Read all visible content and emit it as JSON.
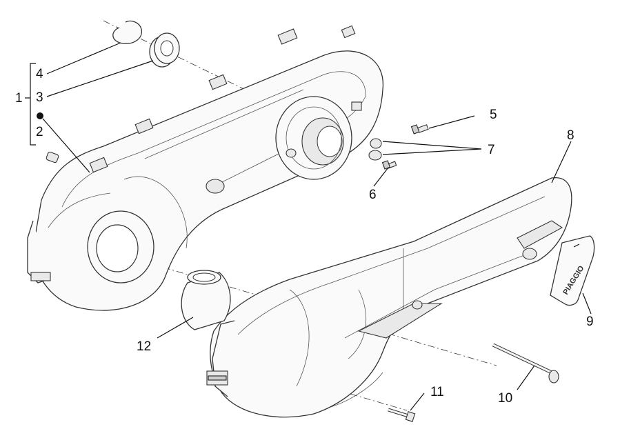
{
  "labels": {
    "l1": "1",
    "l2": "2",
    "l3": "3",
    "l4": "4",
    "l5": "5",
    "l6": "6",
    "l7": "7",
    "l8": "8",
    "l9": "9",
    "l10": "10",
    "l11": "11",
    "l12": "12"
  },
  "brand_text": "PIAGGIO"
}
